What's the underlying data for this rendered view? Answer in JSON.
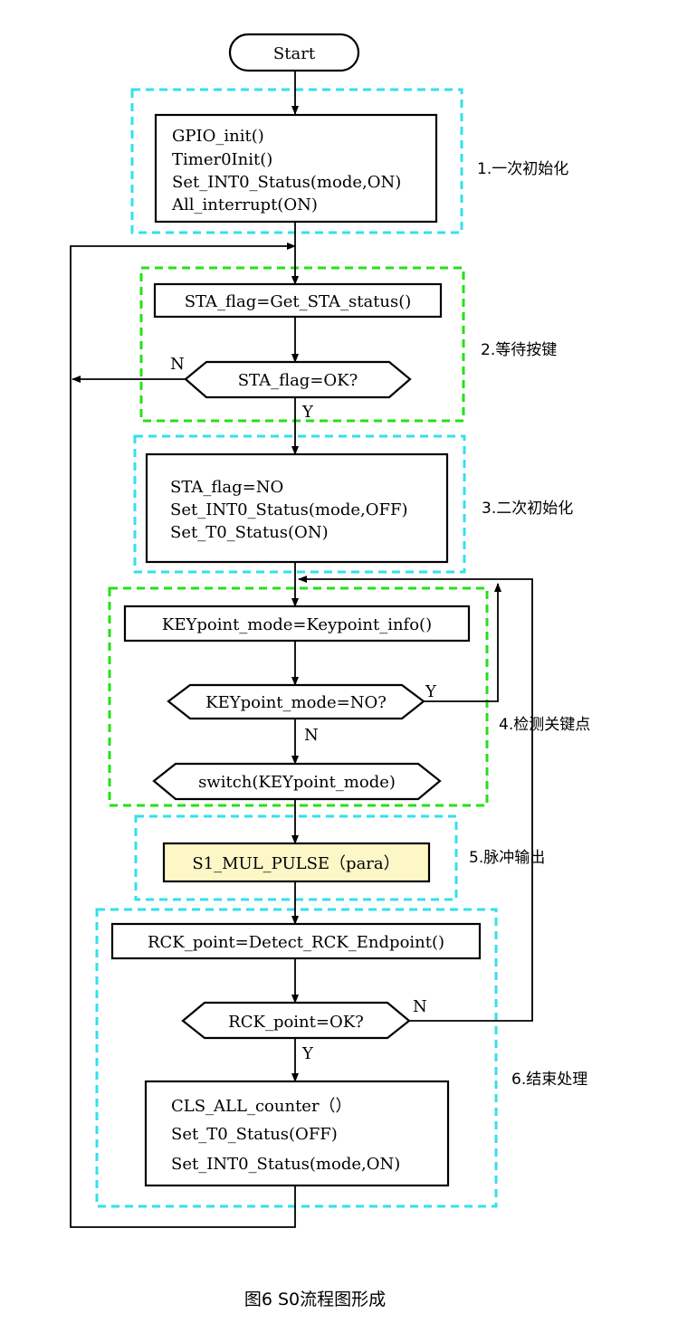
{
  "start_label": "Start",
  "step1": {
    "label": "1.一次初始化",
    "lines": [
      "GPIO_init()",
      "Timer0Init()",
      "Set_INT0_Status(mode,ON)",
      "All_interrupt(ON)"
    ]
  },
  "step2": {
    "label": "2.等待按键",
    "process": "STA_flag=Get_STA_status()",
    "decision": "STA_flag=OK?",
    "no": "N",
    "yes": "Y"
  },
  "step3": {
    "label": "3.二次初始化",
    "lines": [
      "STA_flag=NO",
      "Set_INT0_Status(mode,OFF)",
      "Set_T0_Status(ON)"
    ]
  },
  "step4": {
    "label": "4.检测关键点",
    "process": "KEYpoint_mode=Keypoint_info()",
    "decision": "KEYpoint_mode=NO?",
    "yes": "Y",
    "no": "N",
    "switch": "switch(KEYpoint_mode)"
  },
  "step5": {
    "label": "5.脉冲输出",
    "process": "S1_MUL_PULSE（para）"
  },
  "step6": {
    "label": "6.结束处理",
    "process": "RCK_point=Detect_RCK_Endpoint()",
    "decision": "RCK_point=OK?",
    "no": "N",
    "yes": "Y",
    "lines": [
      "CLS_ALL_counter（）",
      "Set_T0_Status(OFF)",
      "Set_INT0_Status(mode,ON)"
    ]
  },
  "caption": "图6 S0流程图形成",
  "colors": {
    "cyan_frame": "#33e0ec",
    "green_frame": "#25e018",
    "highlight_fill": "#fdf7c8"
  }
}
